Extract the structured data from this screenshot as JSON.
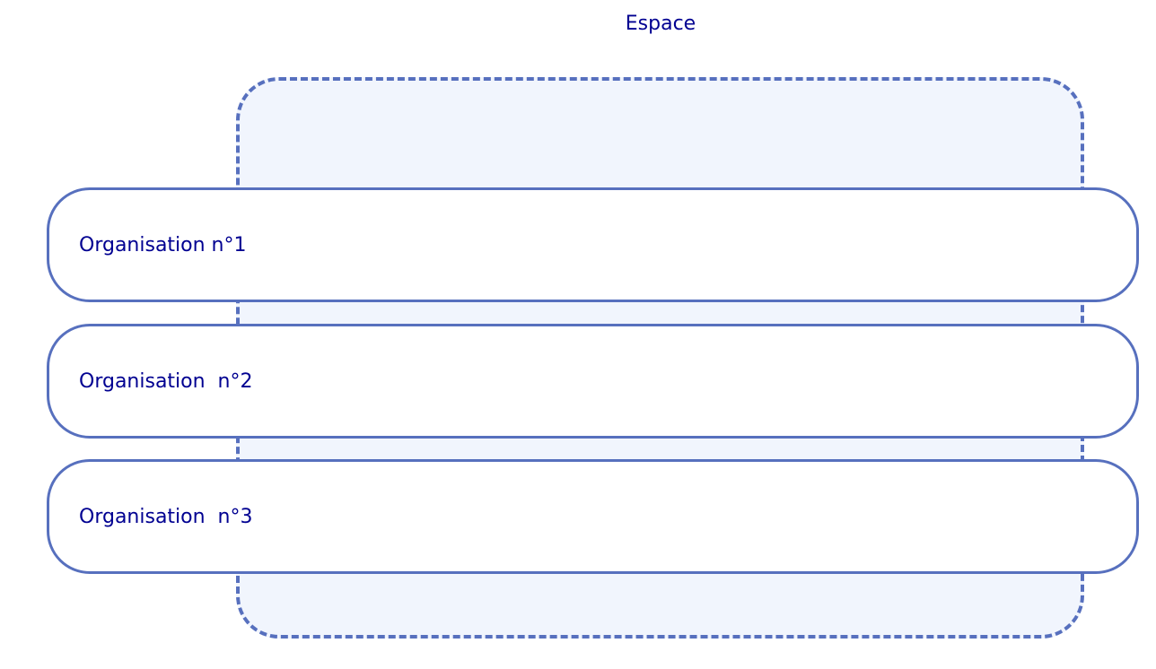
{
  "diagram": {
    "space_title": "Espace",
    "organizations": [
      {
        "label": "Organisation n°1"
      },
      {
        "label": "Organisation  n°2"
      },
      {
        "label": "Organisation  n°3"
      }
    ]
  },
  "colors": {
    "text": "#000091",
    "border": "#5770be",
    "space_fill": "#f1f5fd",
    "card_fill": "#ffffff"
  }
}
